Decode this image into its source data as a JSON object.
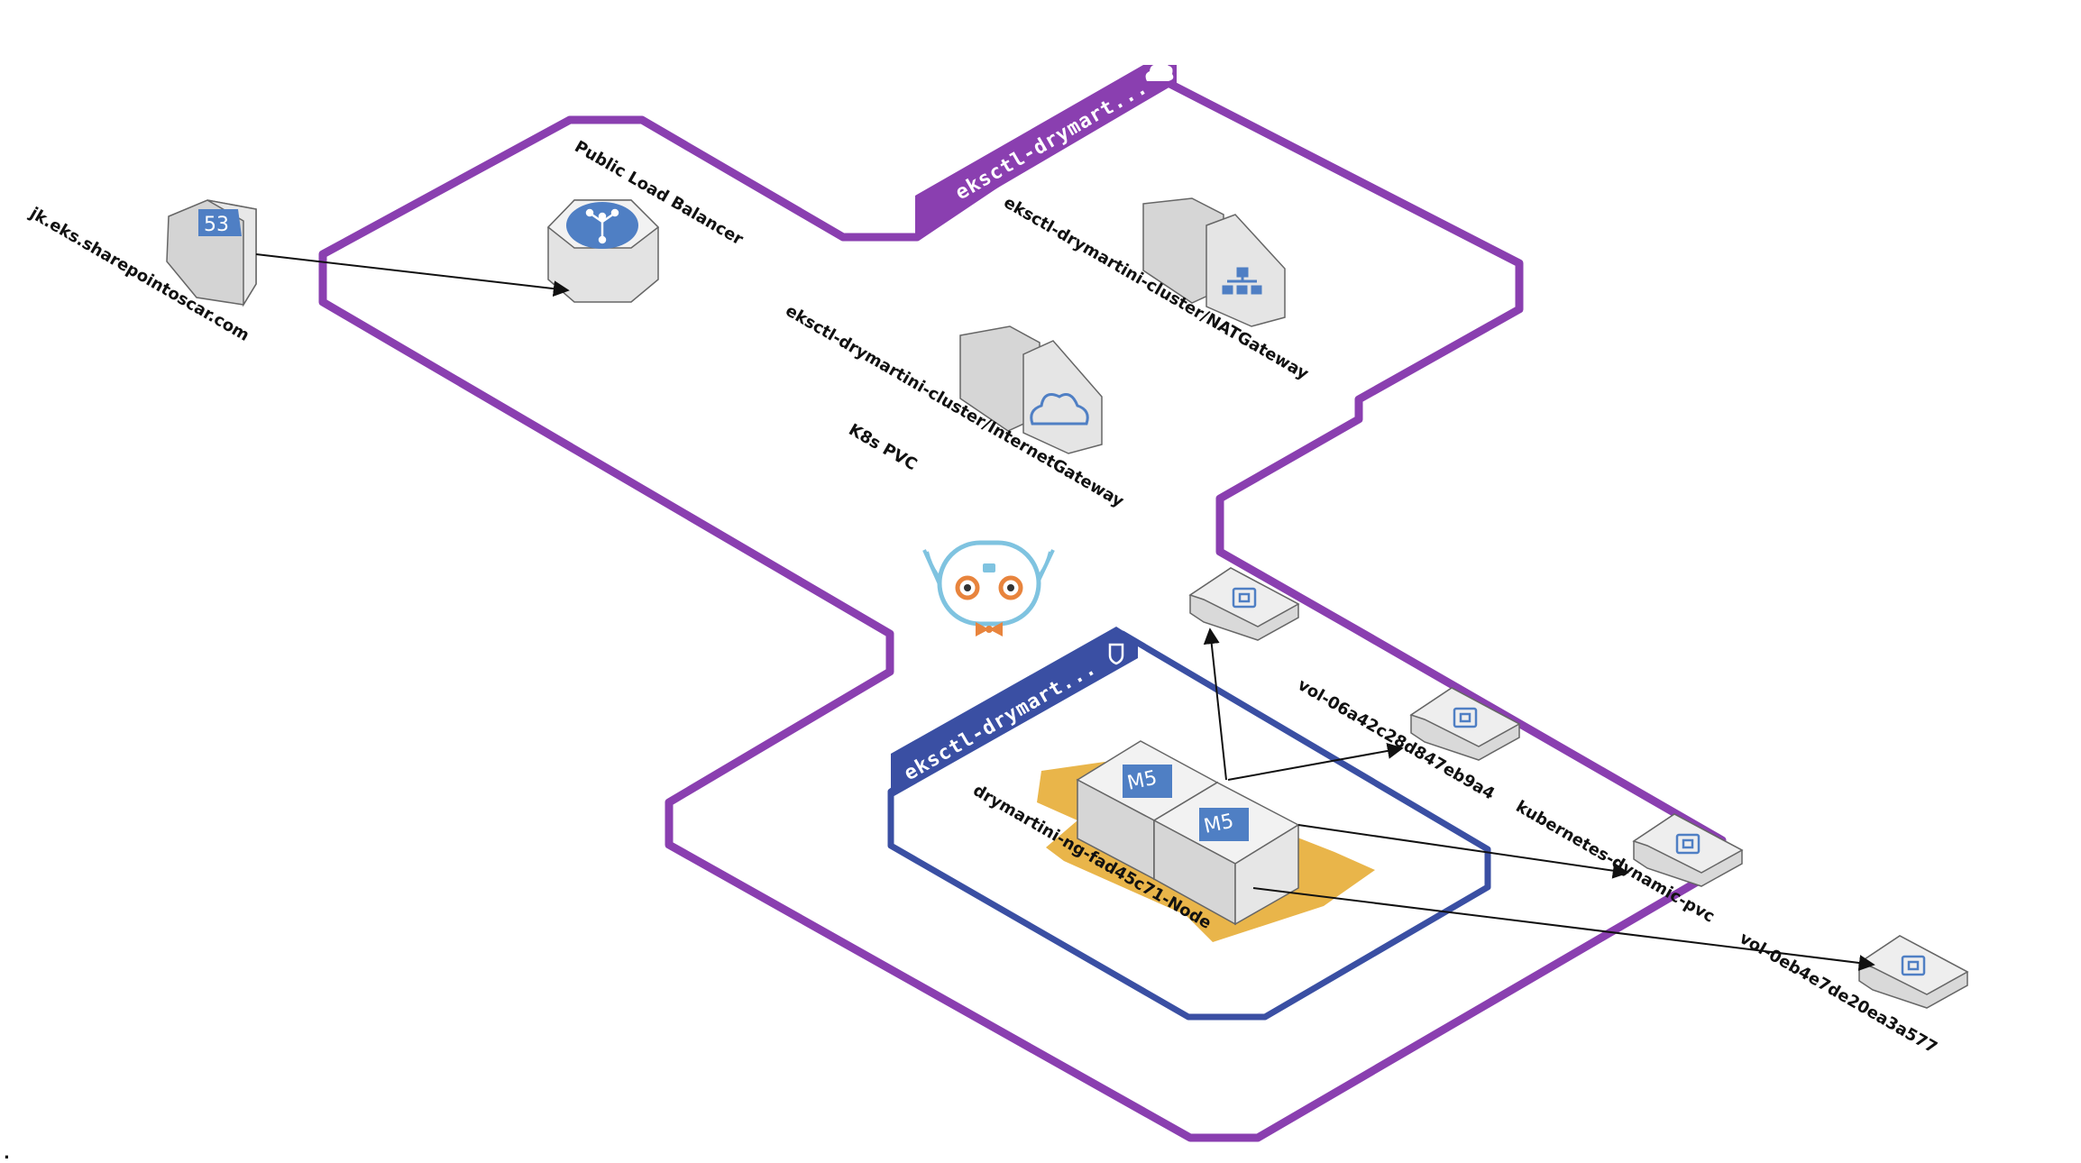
{
  "colors": {
    "vpc": "#8a3fb0",
    "subnet": "#3a4fa3",
    "icon_blue": "#4f7fc4",
    "arrow_band": "#e9b54a",
    "box_top": "#f2f2f2",
    "box_left": "#cfcfcf",
    "box_right": "#e3e3e3"
  },
  "vpc": {
    "tab_label": "eksctl-drymart...",
    "icon": "cloud-icon"
  },
  "subnet": {
    "tab_label": "eksctl-drymart...",
    "icon": "shield-icon"
  },
  "labels": {
    "dns": "jk.eks.sharepointoscar.com",
    "load_balancer": "Public Load Balancer",
    "nat_gateway": "eksctl-drymartini-cluster/NATGateway",
    "internet_gateway": "eksctl-drymartini-cluster/InternetGateway",
    "k8s_pvc": "K8s PVC",
    "node": "drymartini-ng-fad45c71-Node",
    "volume_1": "vol-06a42c28d847eb9a4",
    "volume_2": "kubernetes-dynamic-pvc",
    "volume_3": "vol-0eb4e7de20ea3a577"
  },
  "route53_icon_text": "53",
  "instance_type": "M5",
  "footnote": "."
}
